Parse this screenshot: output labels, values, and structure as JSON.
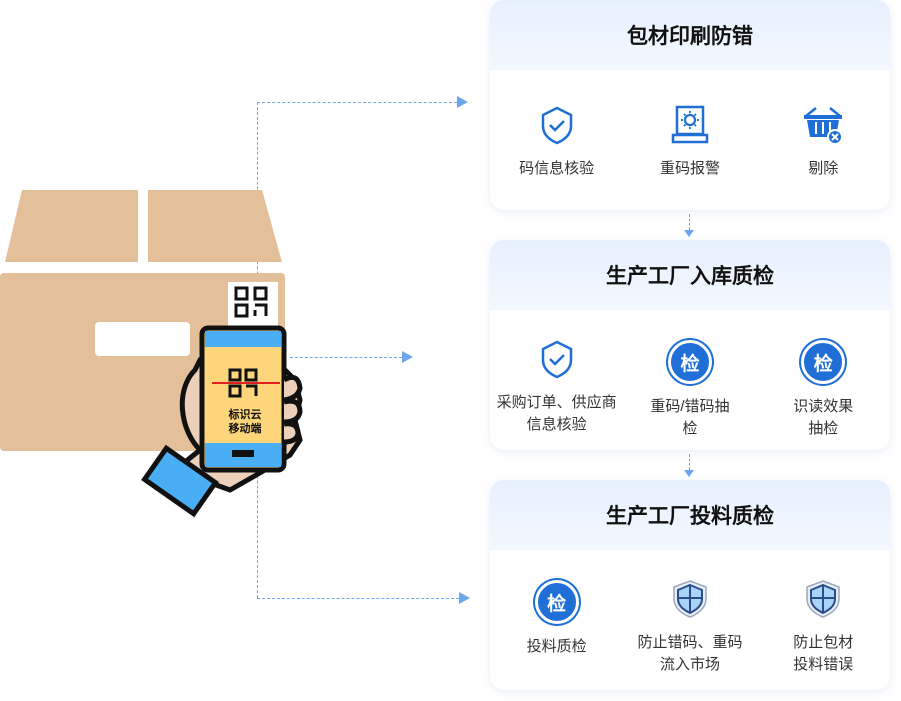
{
  "phone": {
    "line1": "标识云",
    "line2": "移动端"
  },
  "cards": [
    {
      "title": "包材印刷防错",
      "items": [
        {
          "icon": "shield-check-icon",
          "label": "码信息核验"
        },
        {
          "icon": "alarm-light-icon",
          "label": "重码报警"
        },
        {
          "icon": "basket-remove-icon",
          "label": "剔除"
        }
      ]
    },
    {
      "title": "生产工厂入库质检",
      "items": [
        {
          "icon": "shield-check-icon",
          "label": "采购订单、供应商信息核验"
        },
        {
          "icon": "inspect-badge-icon",
          "label": "重码/错码抽检",
          "glyph": "检"
        },
        {
          "icon": "inspect-badge-icon",
          "label": "识读效果抽检",
          "glyph": "检"
        }
      ]
    },
    {
      "title": "生产工厂投料质检",
      "items": [
        {
          "icon": "inspect-badge-icon",
          "label": "投料质检",
          "glyph": "检"
        },
        {
          "icon": "security-shield-icon",
          "label": "防止错码、重码流入市场"
        },
        {
          "icon": "security-shield-icon",
          "label": "防止包材投料错误"
        }
      ]
    }
  ]
}
